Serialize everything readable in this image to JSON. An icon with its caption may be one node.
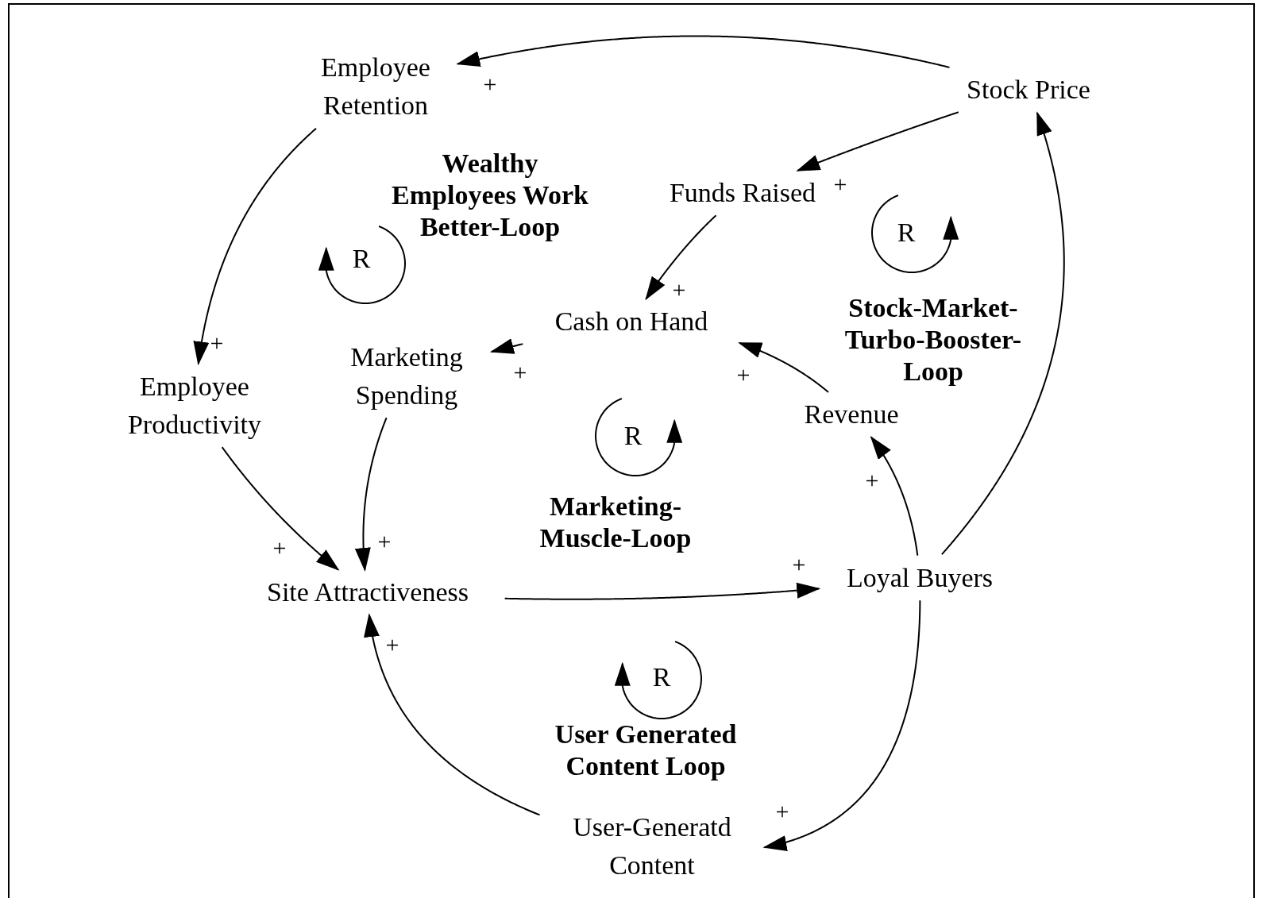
{
  "diagram": {
    "nodes": [
      {
        "text": [
          "Employee Retention"
        ]
      },
      {
        "text": [
          "Stock Price"
        ]
      },
      {
        "text": [
          "Funds Raised"
        ]
      },
      {
        "text": [
          "Cash on Hand"
        ]
      },
      {
        "text": [
          "Marketing Spending"
        ]
      },
      {
        "text": [
          "Employee Productivity"
        ]
      },
      {
        "text": [
          "Revenue"
        ]
      },
      {
        "text": [
          "Site Attractiveness"
        ]
      },
      {
        "text": [
          "Loyal Buyers"
        ]
      },
      {
        "text": [
          "User-Generatd Content"
        ]
      }
    ],
    "edges": [
      {
        "from": 1,
        "to": 0,
        "arrow": "to",
        "label": "+"
      },
      {
        "from": 0,
        "to": 5,
        "arrow": "to",
        "label": "+"
      },
      {
        "from": 5,
        "to": 7,
        "arrow": "to",
        "label": "+"
      },
      {
        "from": 1,
        "to": 2,
        "arrow": "to",
        "label": "+"
      },
      {
        "from": 2,
        "to": 3,
        "arrow": "to",
        "label": "+"
      },
      {
        "from": 3,
        "to": 4,
        "arrow": "to",
        "label": "+"
      },
      {
        "from": 4,
        "to": 7,
        "arrow": "to",
        "label": "+"
      },
      {
        "from": 6,
        "to": 3,
        "arrow": "to",
        "label": "+"
      },
      {
        "from": 8,
        "to": 6,
        "arrow": "to",
        "label": "+"
      },
      {
        "from": 8,
        "to": 1,
        "arrow": "to"
      },
      {
        "from": 7,
        "to": 8,
        "arrow": "to",
        "label": "+"
      },
      {
        "from": 8,
        "to": 9,
        "arrow": "to",
        "label": "+"
      },
      {
        "from": 9,
        "to": 7,
        "arrow": "to",
        "label": "+"
      }
    ],
    "labels": [
      "Wealthy Employees Work Better-Loop",
      "R",
      "R",
      "Stock-Market-Turbo-Booster-Loop",
      "R",
      "Marketing-Muscle-Loop",
      "R",
      "User Generated Content Loop"
    ]
  }
}
